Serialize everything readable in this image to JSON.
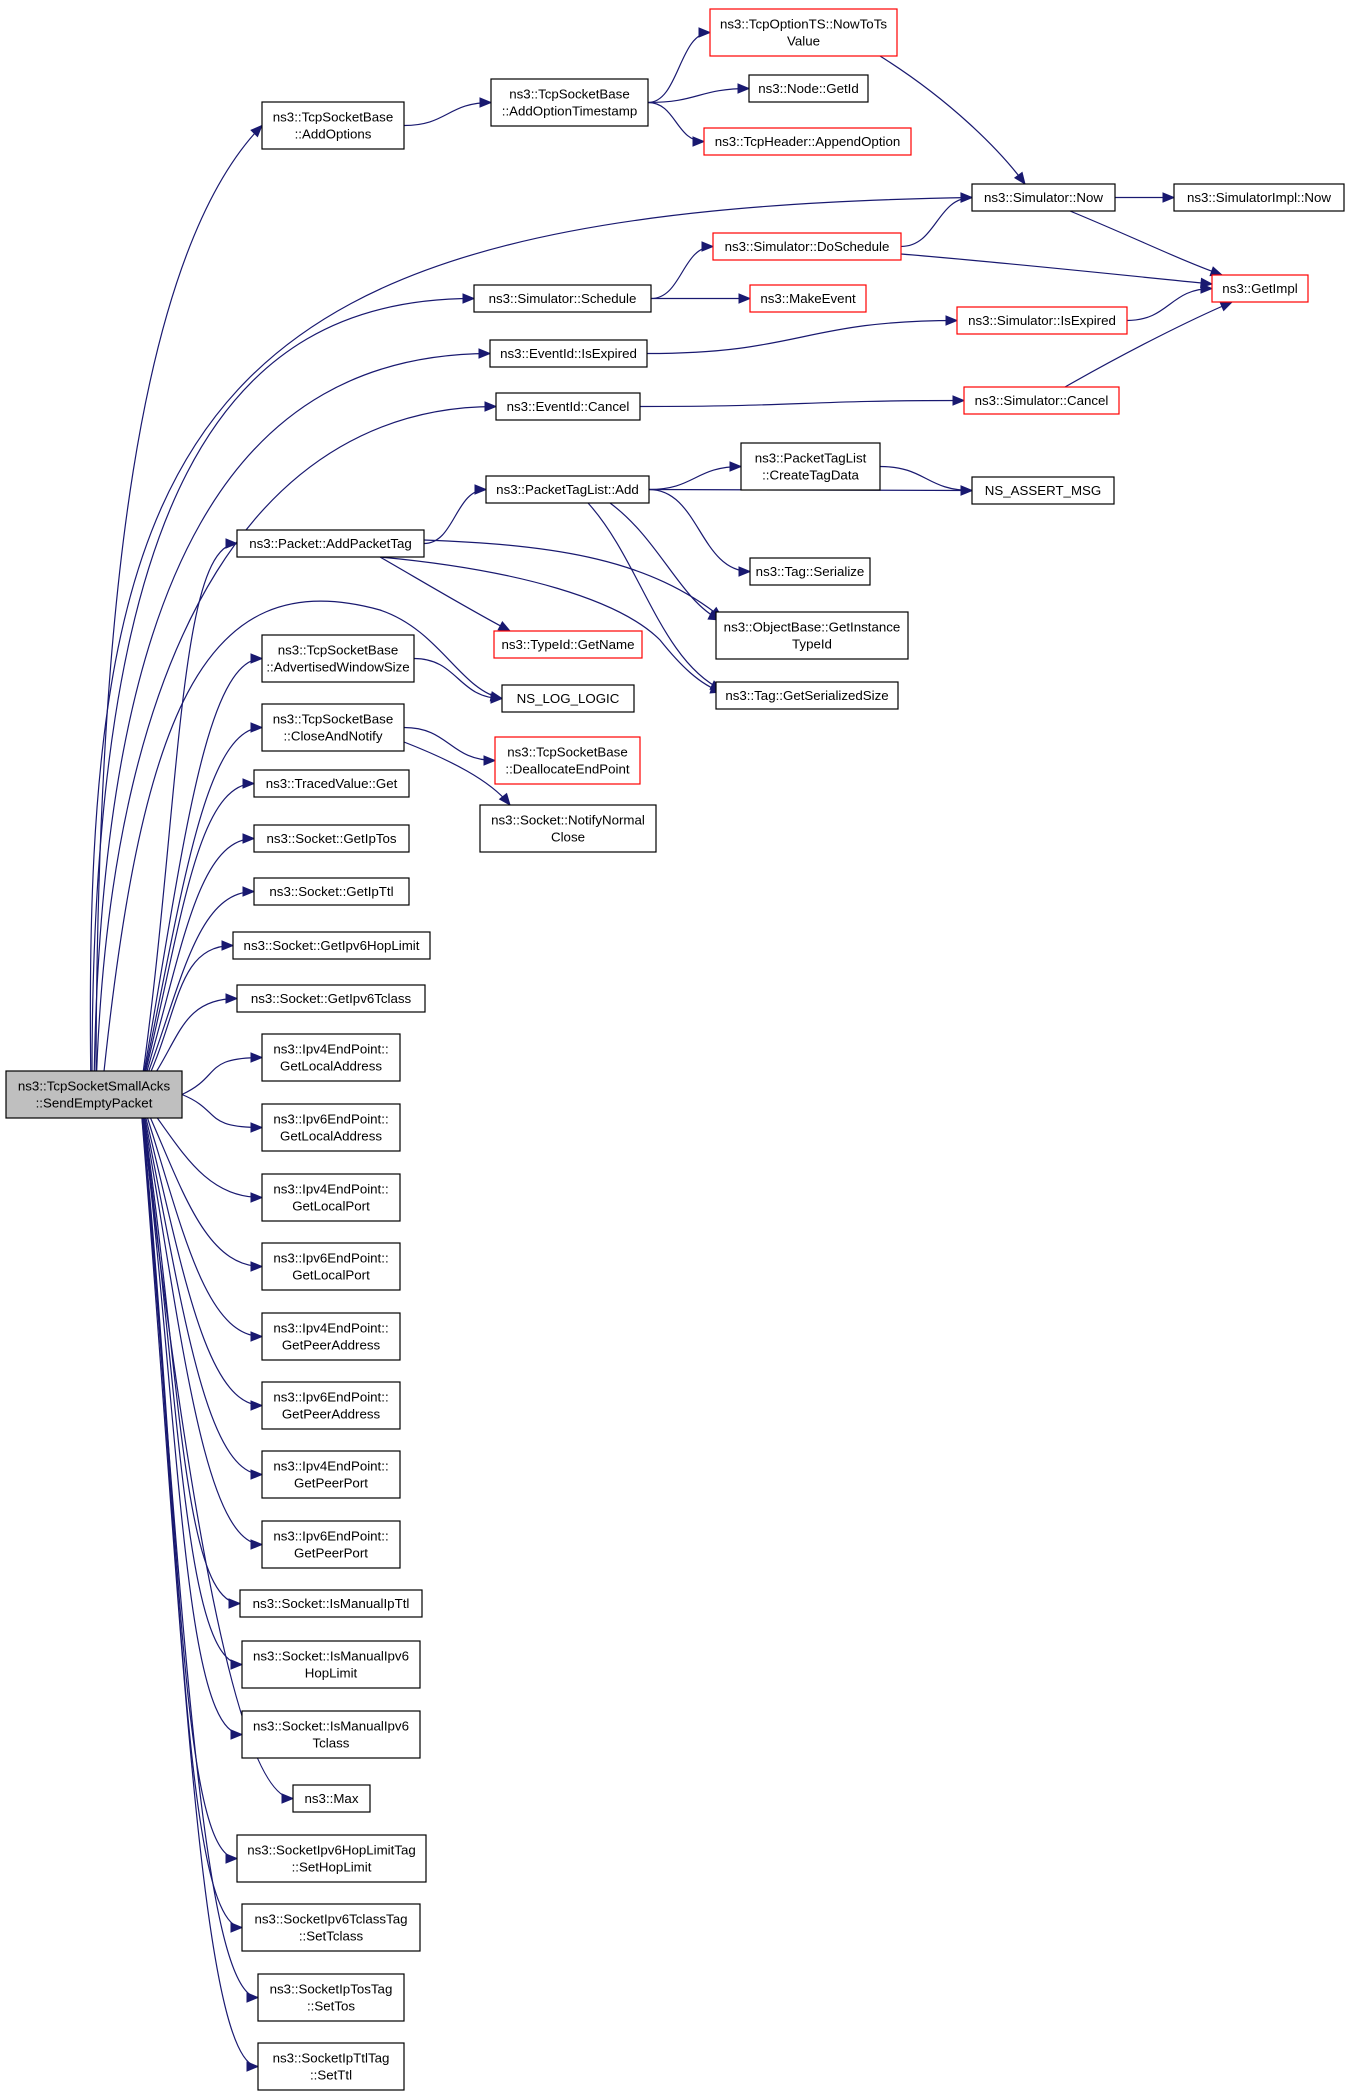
{
  "graph": {
    "edge_color": "#191970",
    "truncated_node_border": "#ff0000",
    "root_fill": "#bfbfbf",
    "nodes": [
      {
        "id": "root",
        "lines": [
          "ns3::TcpSocketSmallAcks",
          "::SendEmptyPacket"
        ],
        "style": "root"
      },
      {
        "id": "AddOptions",
        "lines": [
          "ns3::TcpSocketBase",
          "::AddOptions"
        ],
        "style": "normal"
      },
      {
        "id": "AddOptionTimestamp",
        "lines": [
          "ns3::TcpSocketBase",
          "::AddOptionTimestamp"
        ],
        "style": "normal"
      },
      {
        "id": "NowToTsValue",
        "lines": [
          "ns3::TcpOptionTS::NowToTs",
          "Value"
        ],
        "style": "red"
      },
      {
        "id": "NodeGetId",
        "lines": [
          "ns3::Node::GetId"
        ],
        "style": "normal"
      },
      {
        "id": "AppendOption",
        "lines": [
          "ns3::TcpHeader::AppendOption"
        ],
        "style": "red"
      },
      {
        "id": "SimNow",
        "lines": [
          "ns3::Simulator::Now"
        ],
        "style": "normal"
      },
      {
        "id": "SimImplNow",
        "lines": [
          "ns3::SimulatorImpl::Now"
        ],
        "style": "normal"
      },
      {
        "id": "DoSchedule",
        "lines": [
          "ns3::Simulator::DoSchedule"
        ],
        "style": "red"
      },
      {
        "id": "GetImpl",
        "lines": [
          "ns3::GetImpl"
        ],
        "style": "red"
      },
      {
        "id": "Schedule",
        "lines": [
          "ns3::Simulator::Schedule"
        ],
        "style": "normal"
      },
      {
        "id": "MakeEvent",
        "lines": [
          "ns3::MakeEvent"
        ],
        "style": "red"
      },
      {
        "id": "EventIsExpired",
        "lines": [
          "ns3::EventId::IsExpired"
        ],
        "style": "normal"
      },
      {
        "id": "SimIsExpired",
        "lines": [
          "ns3::Simulator::IsExpired"
        ],
        "style": "red"
      },
      {
        "id": "EventCancel",
        "lines": [
          "ns3::EventId::Cancel"
        ],
        "style": "normal"
      },
      {
        "id": "SimCancel",
        "lines": [
          "ns3::Simulator::Cancel"
        ],
        "style": "red"
      },
      {
        "id": "PTLAdd",
        "lines": [
          "ns3::PacketTagList::Add"
        ],
        "style": "normal"
      },
      {
        "id": "CreateTagData",
        "lines": [
          "ns3::PacketTagList",
          "::CreateTagData"
        ],
        "style": "normal"
      },
      {
        "id": "AssertMsg",
        "lines": [
          "NS_ASSERT_MSG"
        ],
        "style": "normal"
      },
      {
        "id": "AddPacketTag",
        "lines": [
          "ns3::Packet::AddPacketTag"
        ],
        "style": "normal"
      },
      {
        "id": "TagSerialize",
        "lines": [
          "ns3::Tag::Serialize"
        ],
        "style": "normal"
      },
      {
        "id": "GetInstanceTypeId",
        "lines": [
          "ns3::ObjectBase::GetInstance",
          "TypeId"
        ],
        "style": "normal"
      },
      {
        "id": "TypeIdGetName",
        "lines": [
          "ns3::TypeId::GetName"
        ],
        "style": "red"
      },
      {
        "id": "AdvWindowSize",
        "lines": [
          "ns3::TcpSocketBase",
          "::AdvertisedWindowSize"
        ],
        "style": "normal"
      },
      {
        "id": "TagGetSerializedSize",
        "lines": [
          "ns3::Tag::GetSerializedSize"
        ],
        "style": "normal"
      },
      {
        "id": "LogLogic",
        "lines": [
          "NS_LOG_LOGIC"
        ],
        "style": "normal"
      },
      {
        "id": "CloseAndNotify",
        "lines": [
          "ns3::TcpSocketBase",
          "::CloseAndNotify"
        ],
        "style": "normal"
      },
      {
        "id": "DeallocateEndPoint",
        "lines": [
          "ns3::TcpSocketBase",
          "::DeallocateEndPoint"
        ],
        "style": "red"
      },
      {
        "id": "NotifyNormalClose",
        "lines": [
          "ns3::Socket::NotifyNormal",
          "Close"
        ],
        "style": "normal"
      },
      {
        "id": "TracedValueGet",
        "lines": [
          "ns3::TracedValue::Get"
        ],
        "style": "normal"
      },
      {
        "id": "GetIpTos",
        "lines": [
          "ns3::Socket::GetIpTos"
        ],
        "style": "normal"
      },
      {
        "id": "GetIpTtl",
        "lines": [
          "ns3::Socket::GetIpTtl"
        ],
        "style": "normal"
      },
      {
        "id": "GetIpv6HopLimit",
        "lines": [
          "ns3::Socket::GetIpv6HopLimit"
        ],
        "style": "normal"
      },
      {
        "id": "GetIpv6Tclass",
        "lines": [
          "ns3::Socket::GetIpv6Tclass"
        ],
        "style": "normal"
      },
      {
        "id": "Ipv4GetLocalAddress",
        "lines": [
          "ns3::Ipv4EndPoint::",
          "GetLocalAddress"
        ],
        "style": "normal"
      },
      {
        "id": "Ipv6GetLocalAddress",
        "lines": [
          "ns3::Ipv6EndPoint::",
          "GetLocalAddress"
        ],
        "style": "normal"
      },
      {
        "id": "Ipv4GetLocalPort",
        "lines": [
          "ns3::Ipv4EndPoint::",
          "GetLocalPort"
        ],
        "style": "normal"
      },
      {
        "id": "Ipv6GetLocalPort",
        "lines": [
          "ns3::Ipv6EndPoint::",
          "GetLocalPort"
        ],
        "style": "normal"
      },
      {
        "id": "Ipv4GetPeerAddress",
        "lines": [
          "ns3::Ipv4EndPoint::",
          "GetPeerAddress"
        ],
        "style": "normal"
      },
      {
        "id": "Ipv6GetPeerAddress",
        "lines": [
          "ns3::Ipv6EndPoint::",
          "GetPeerAddress"
        ],
        "style": "normal"
      },
      {
        "id": "Ipv4GetPeerPort",
        "lines": [
          "ns3::Ipv4EndPoint::",
          "GetPeerPort"
        ],
        "style": "normal"
      },
      {
        "id": "Ipv6GetPeerPort",
        "lines": [
          "ns3::Ipv6EndPoint::",
          "GetPeerPort"
        ],
        "style": "normal"
      },
      {
        "id": "IsManualIpTtl",
        "lines": [
          "ns3::Socket::IsManualIpTtl"
        ],
        "style": "normal"
      },
      {
        "id": "IsManualIpv6HopLimit",
        "lines": [
          "ns3::Socket::IsManualIpv6",
          "HopLimit"
        ],
        "style": "normal"
      },
      {
        "id": "IsManualIpv6Tclass",
        "lines": [
          "ns3::Socket::IsManualIpv6",
          "Tclass"
        ],
        "style": "normal"
      },
      {
        "id": "Max",
        "lines": [
          "ns3::Max"
        ],
        "style": "normal"
      },
      {
        "id": "SetHopLimit",
        "lines": [
          "ns3::SocketIpv6HopLimitTag",
          "::SetHopLimit"
        ],
        "style": "normal"
      },
      {
        "id": "SetTclass",
        "lines": [
          "ns3::SocketIpv6TclassTag",
          "::SetTclass"
        ],
        "style": "normal"
      },
      {
        "id": "SetTos",
        "lines": [
          "ns3::SocketIpTosTag",
          "::SetTos"
        ],
        "style": "normal"
      },
      {
        "id": "SetTtl",
        "lines": [
          "ns3::SocketIpTtlTag",
          "::SetTtl"
        ],
        "style": "normal"
      }
    ],
    "edges": [
      [
        "root",
        "AddOptions"
      ],
      [
        "root",
        "SimNow"
      ],
      [
        "root",
        "Schedule"
      ],
      [
        "root",
        "EventIsExpired"
      ],
      [
        "root",
        "EventCancel"
      ],
      [
        "root",
        "AddPacketTag"
      ],
      [
        "root",
        "LogLogic"
      ],
      [
        "root",
        "AdvWindowSize"
      ],
      [
        "root",
        "CloseAndNotify"
      ],
      [
        "root",
        "TracedValueGet"
      ],
      [
        "root",
        "GetIpTos"
      ],
      [
        "root",
        "GetIpTtl"
      ],
      [
        "root",
        "GetIpv6HopLimit"
      ],
      [
        "root",
        "GetIpv6Tclass"
      ],
      [
        "root",
        "Ipv4GetLocalAddress"
      ],
      [
        "root",
        "Ipv6GetLocalAddress"
      ],
      [
        "root",
        "Ipv4GetLocalPort"
      ],
      [
        "root",
        "Ipv6GetLocalPort"
      ],
      [
        "root",
        "Ipv4GetPeerAddress"
      ],
      [
        "root",
        "Ipv6GetPeerAddress"
      ],
      [
        "root",
        "Ipv4GetPeerPort"
      ],
      [
        "root",
        "Ipv6GetPeerPort"
      ],
      [
        "root",
        "IsManualIpTtl"
      ],
      [
        "root",
        "IsManualIpv6HopLimit"
      ],
      [
        "root",
        "IsManualIpv6Tclass"
      ],
      [
        "root",
        "Max"
      ],
      [
        "root",
        "SetHopLimit"
      ],
      [
        "root",
        "SetTclass"
      ],
      [
        "root",
        "SetTos"
      ],
      [
        "root",
        "SetTtl"
      ],
      [
        "AddOptions",
        "AddOptionTimestamp"
      ],
      [
        "AddOptionTimestamp",
        "NowToTsValue"
      ],
      [
        "AddOptionTimestamp",
        "NodeGetId"
      ],
      [
        "AddOptionTimestamp",
        "AppendOption"
      ],
      [
        "NowToTsValue",
        "SimNow"
      ],
      [
        "SimNow",
        "SimImplNow"
      ],
      [
        "SimNow",
        "GetImpl"
      ],
      [
        "Schedule",
        "DoSchedule"
      ],
      [
        "Schedule",
        "MakeEvent"
      ],
      [
        "DoSchedule",
        "SimNow"
      ],
      [
        "DoSchedule",
        "GetImpl"
      ],
      [
        "EventIsExpired",
        "SimIsExpired"
      ],
      [
        "SimIsExpired",
        "GetImpl"
      ],
      [
        "EventCancel",
        "SimCancel"
      ],
      [
        "SimCancel",
        "GetImpl"
      ],
      [
        "AddPacketTag",
        "PTLAdd"
      ],
      [
        "AddPacketTag",
        "GetInstanceTypeId"
      ],
      [
        "AddPacketTag",
        "TypeIdGetName"
      ],
      [
        "AddPacketTag",
        "TagGetSerializedSize"
      ],
      [
        "PTLAdd",
        "CreateTagData"
      ],
      [
        "PTLAdd",
        "AssertMsg"
      ],
      [
        "PTLAdd",
        "TagSerialize"
      ],
      [
        "PTLAdd",
        "GetInstanceTypeId"
      ],
      [
        "PTLAdd",
        "TagGetSerializedSize"
      ],
      [
        "CreateTagData",
        "AssertMsg"
      ],
      [
        "AdvWindowSize",
        "LogLogic"
      ],
      [
        "CloseAndNotify",
        "DeallocateEndPoint"
      ],
      [
        "CloseAndNotify",
        "NotifyNormalClose"
      ]
    ]
  }
}
